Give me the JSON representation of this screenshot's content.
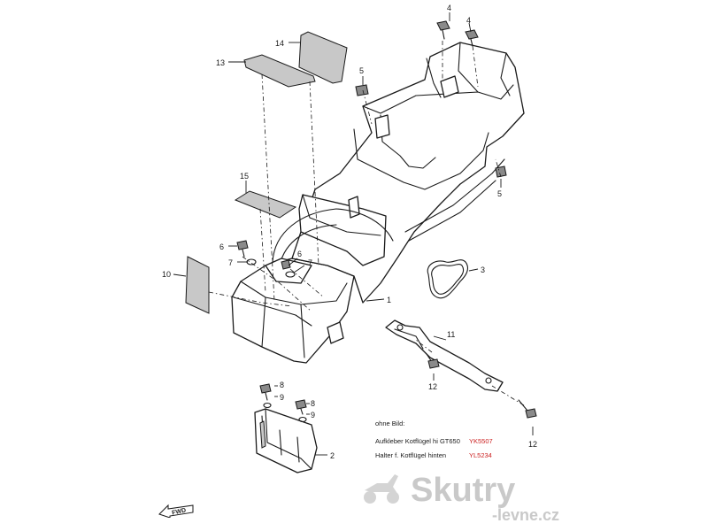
{
  "callouts": {
    "c1": "1",
    "c2": "2",
    "c3": "3",
    "c4a": "4",
    "c4b": "4",
    "c5a": "5",
    "c5b": "5",
    "c6a": "6",
    "c6b": "6",
    "c7a": "7",
    "c7b": "7",
    "c8a": "8",
    "c8b": "8",
    "c9a": "9",
    "c9b": "9",
    "c10": "10",
    "c11": "11",
    "c12a": "12",
    "c12b": "12",
    "c13": "13",
    "c14": "14",
    "c15": "15"
  },
  "notes": {
    "heading": "ohne Bild:",
    "rows": [
      {
        "label": "Aufkleber Kotflügel hi GT650",
        "code": "YK5507"
      },
      {
        "label": "Halter f. Kotflügel hinten",
        "code": "YL5234"
      }
    ]
  },
  "fwd_label": "FWD",
  "watermark": {
    "brand": "Skutry",
    "domain": "-levne.cz"
  },
  "colors": {
    "line": "#1a1a1a",
    "code_red": "#cc2222",
    "watermark": "#c9c9c9"
  }
}
